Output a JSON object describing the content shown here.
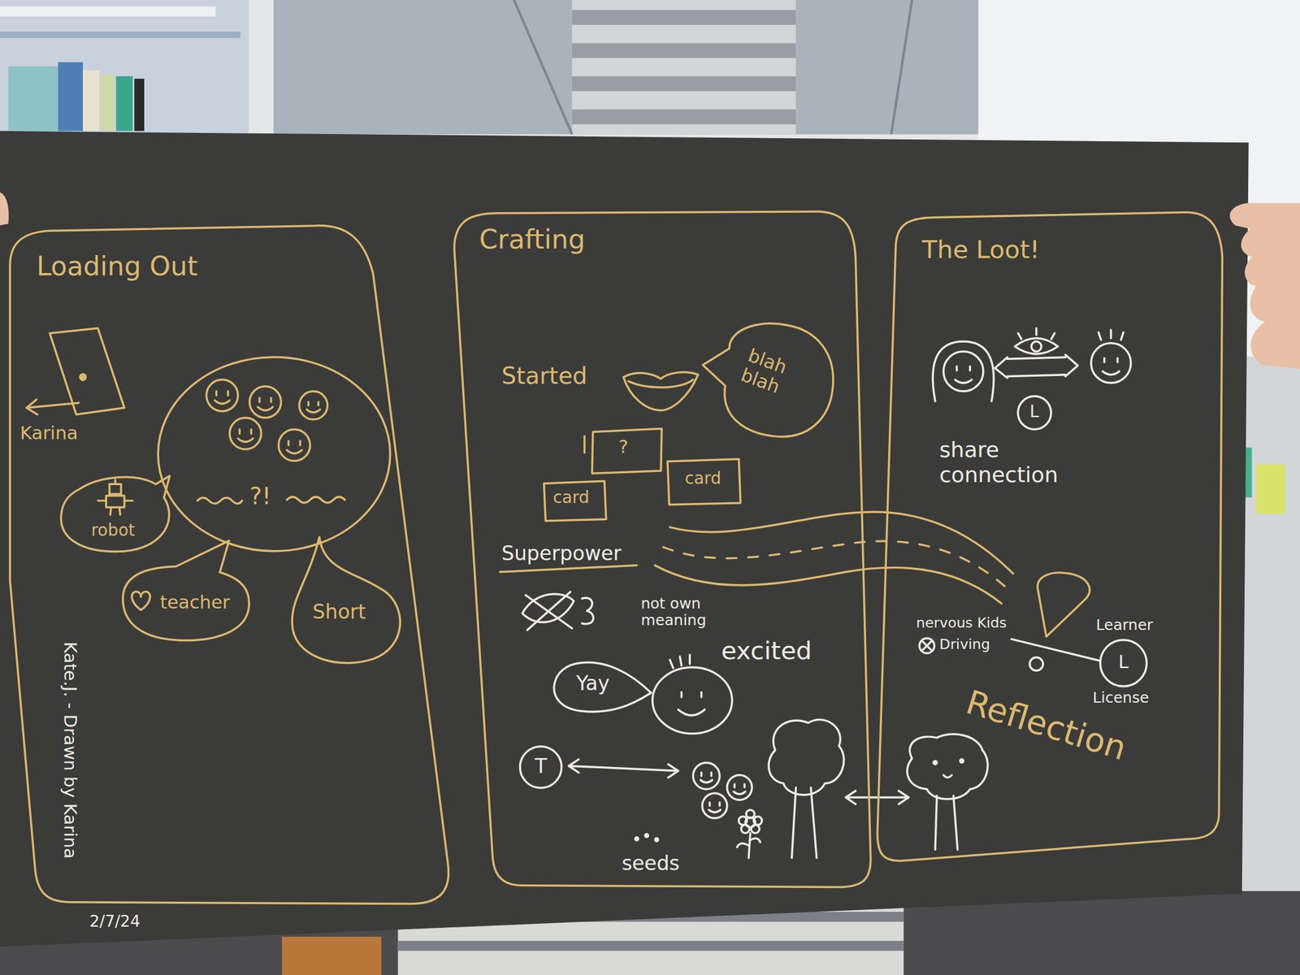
{
  "diagram": {
    "nodes": [
      {
        "text": [
          "Loading Out"
        ]
      },
      {
        "text": [
          "?!"
        ],
        "in": 0
      },
      {
        "text": [
          "robot"
        ],
        "in": 0
      },
      {
        "text": [
          "teacher"
        ],
        "in": 0
      },
      {
        "text": [
          "Short"
        ],
        "in": 0
      },
      {
        "text": [
          "Crafting"
        ]
      },
      {
        "text": [
          "blah blah"
        ],
        "in": 5
      },
      {
        "text": [
          "?"
        ],
        "in": 5
      },
      {
        "text": [
          "card"
        ],
        "in": 5
      },
      {
        "text": [
          "card"
        ],
        "in": 5
      },
      {
        "text": [
          "Yay"
        ],
        "in": 5
      },
      {
        "text": [
          "T"
        ],
        "in": 5
      },
      {
        "text": [
          "The Loot!"
        ]
      },
      {
        "text": [
          "L"
        ],
        "in": 12
      },
      {
        "text": [
          "Learner",
          "L",
          "License"
        ],
        "in": 12
      }
    ],
    "labels": [
      "Karina",
      "Kate.J. - Drawn by Karina",
      "2/7/24",
      "Started",
      "Superpower",
      "not own meaning",
      "excited",
      "seeds",
      "share connection",
      "nervous Kids",
      "Driving",
      "Reflection"
    ]
  }
}
